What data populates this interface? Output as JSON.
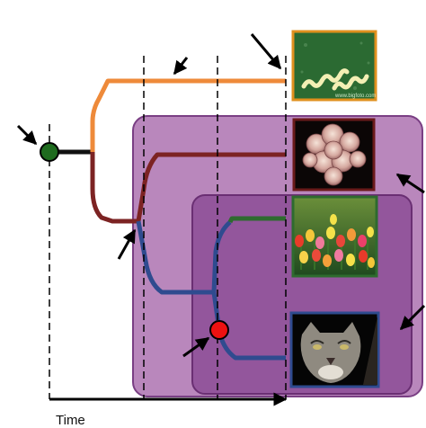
{
  "diagram": {
    "axis_label": "Time",
    "watermark": "www.bigfoto.com",
    "colors": {
      "branch_orange": "#ee8a3a",
      "branch_maroon": "#7c2323",
      "branch_blue": "#2f4b8f",
      "branch_green": "#2e6b2e",
      "trunk": "#111111",
      "root_node": "#1e6b1e",
      "split_node": "#ee1111",
      "outer_clade": "#a15fa5",
      "inner_clade": "#8a4a93"
    },
    "taxa": [
      {
        "name": "bacteria",
        "icon": "spiral-bacteria-image",
        "frame": "#e0901e"
      },
      {
        "name": "fungus",
        "icon": "spore-cluster-image",
        "frame": "#6a1a1a"
      },
      {
        "name": "tulips",
        "icon": "tulip-field-image",
        "frame": "#2e6b2e"
      },
      {
        "name": "cougar",
        "icon": "cougar-image",
        "frame": "#2f4b8f"
      }
    ]
  }
}
